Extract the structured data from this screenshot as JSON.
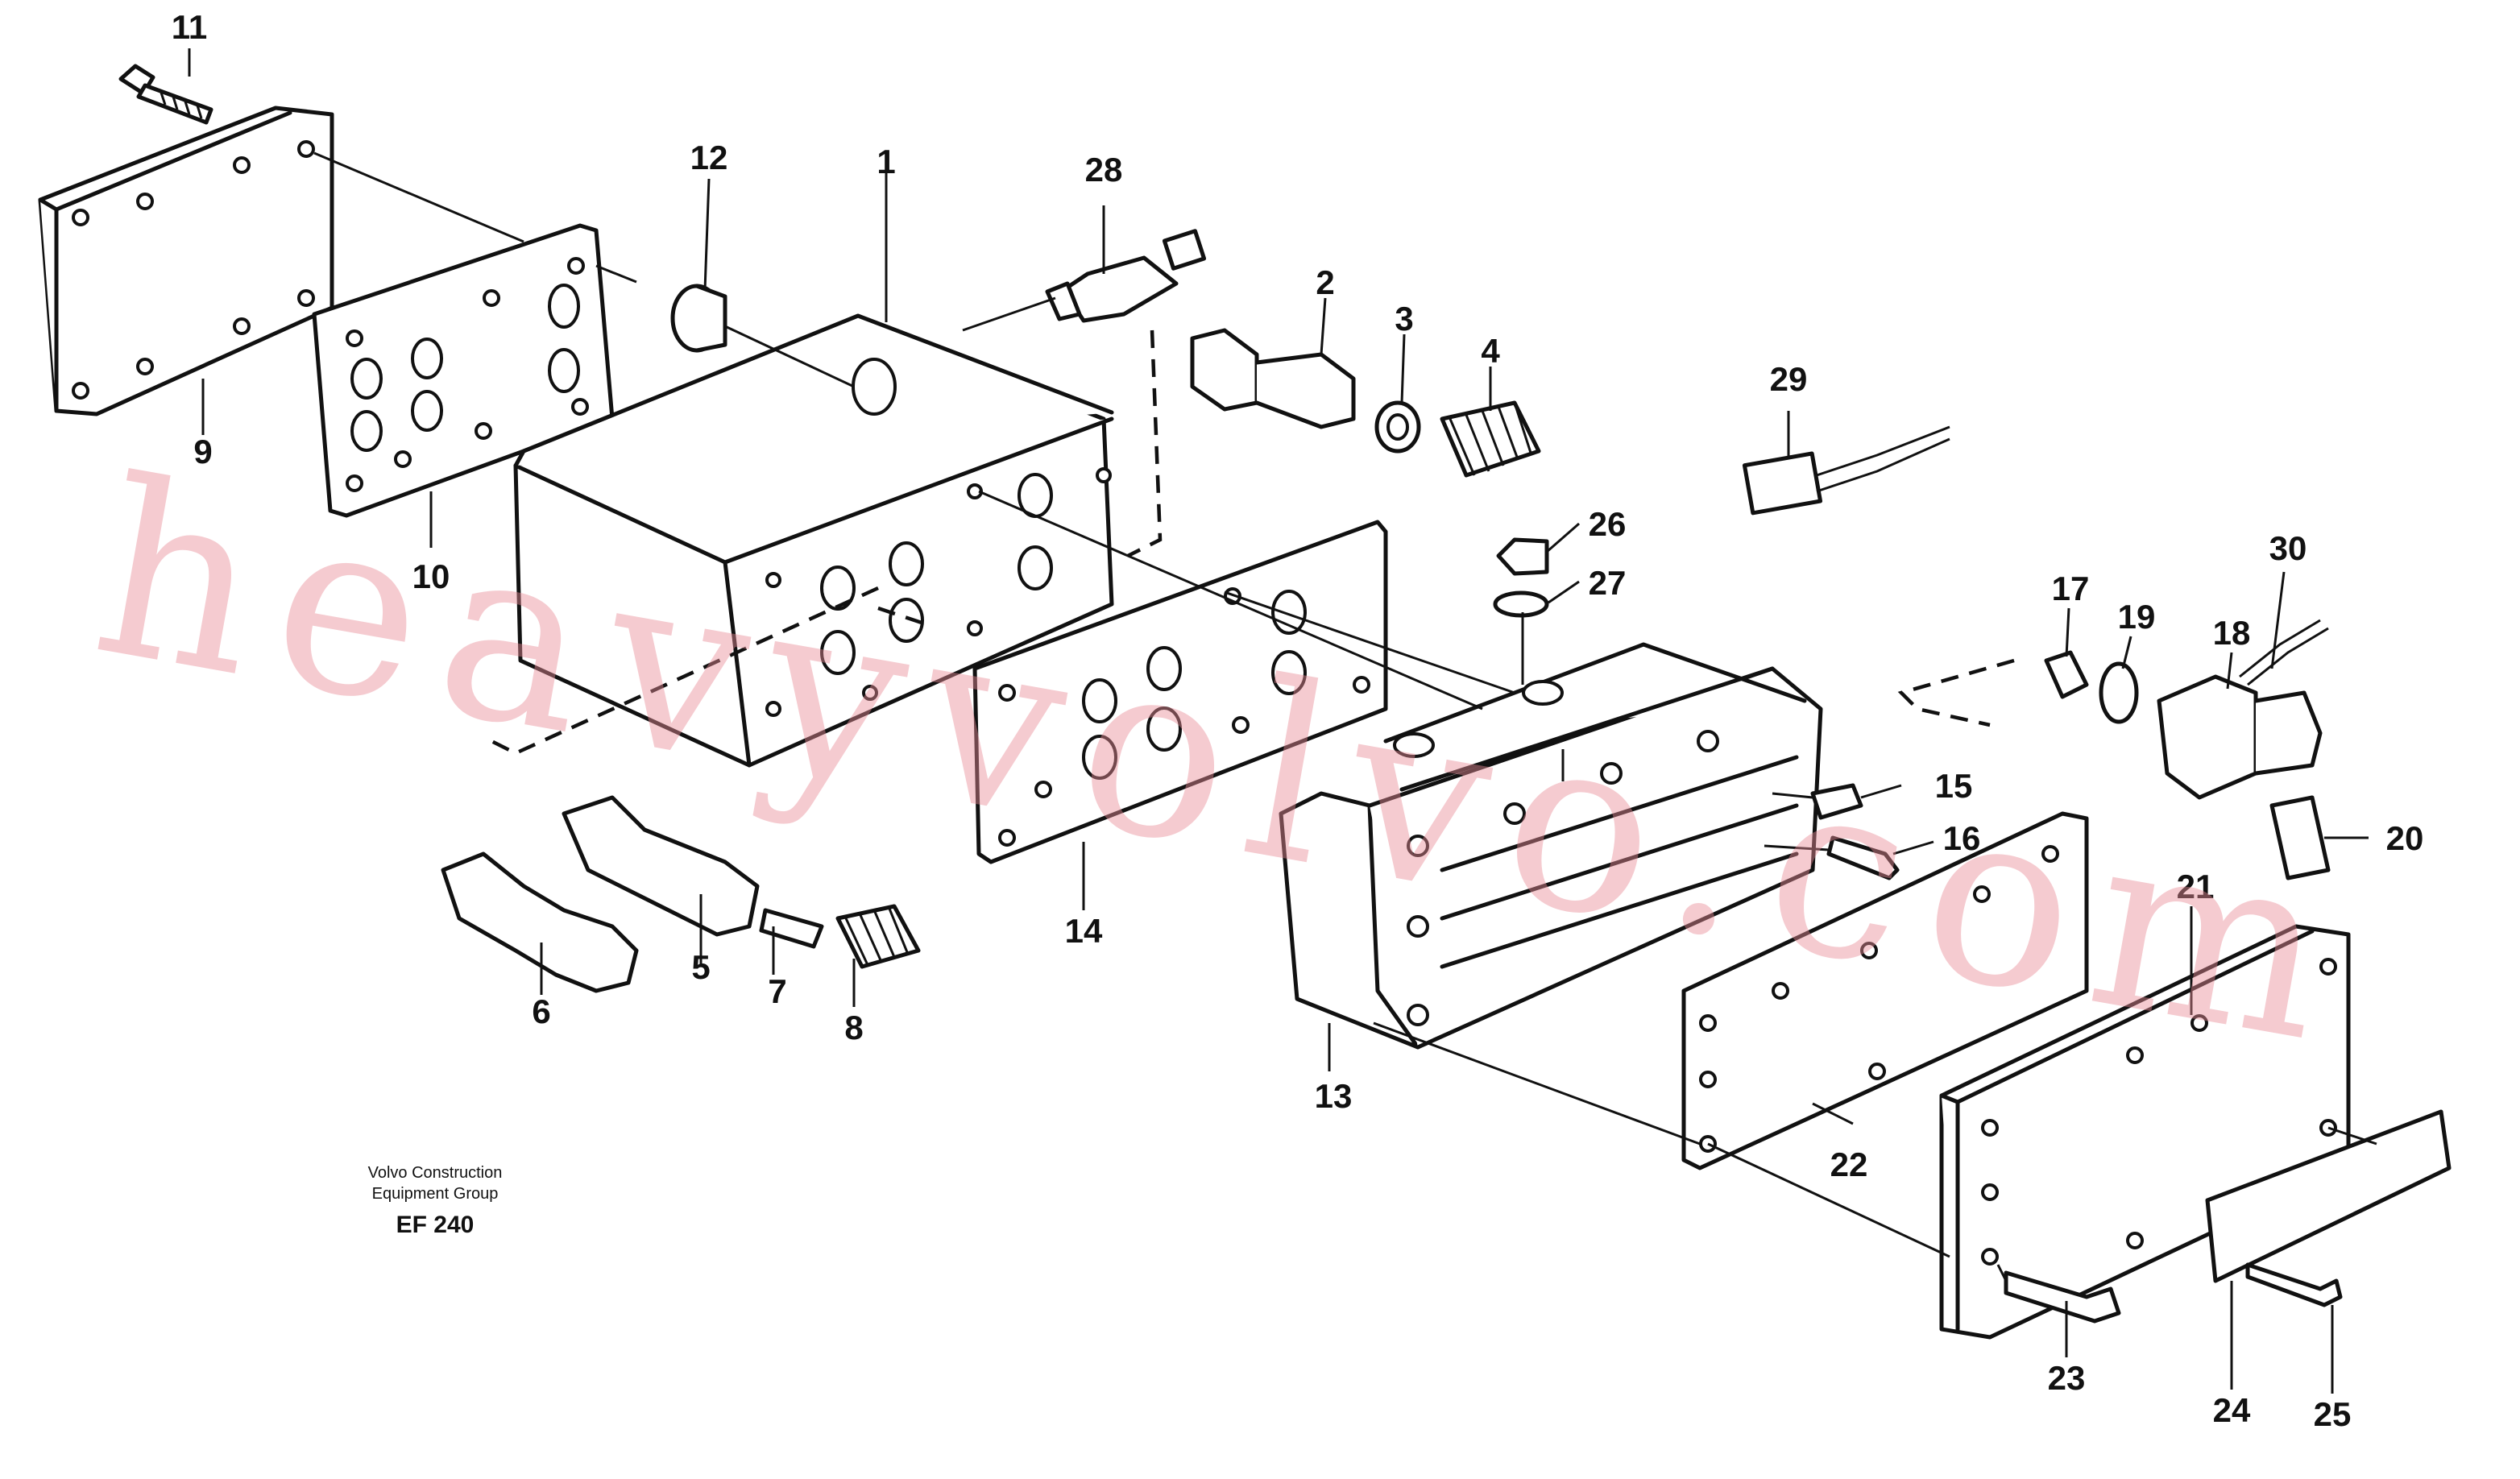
{
  "callouts": [
    "1",
    "2",
    "3",
    "4",
    "5",
    "6",
    "7",
    "8",
    "9",
    "10",
    "11",
    "12",
    "13",
    "14",
    "15",
    "16",
    "17",
    "18",
    "19",
    "20",
    "21",
    "22",
    "23",
    "24",
    "25",
    "26",
    "27",
    "28",
    "29",
    "30"
  ],
  "caption": {
    "line1": "Volvo Construction",
    "line2": "Equipment Group",
    "code": "EF 240"
  },
  "watermark": "heavyvolvo.com"
}
